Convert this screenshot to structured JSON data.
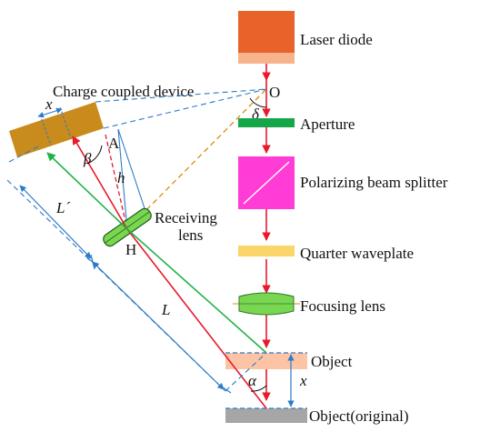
{
  "labels": {
    "laser_diode": "Laser diode",
    "aperture": "Aperture",
    "polarizing_beam_splitter": "Polarizing beam splitter",
    "quarter_waveplate": "Quarter waveplate",
    "focusing_lens": "Focusing lens",
    "object": "Object",
    "object_original": "Object(original)",
    "ccd": "Charge coupled device",
    "receiving_lens_1": "Receiving",
    "receiving_lens_2": "lens",
    "point_o": "O",
    "point_a": "A",
    "point_h": "H",
    "sym_delta": "δ",
    "sym_beta": "β",
    "sym_h": "h",
    "sym_alpha": "α",
    "sym_x": "x",
    "sym_x_ccd": "x",
    "sym_L": "L",
    "sym_L_prime": "L´"
  },
  "colors": {
    "laser_diode": "#e8622a",
    "laser_diode_base": "#f7b48c",
    "beam_red": "#e8192c",
    "aperture": "#15a64a",
    "pbs": "#ff3cd6",
    "quarter_waveplate": "#f9d56a",
    "focusing_lens": "#7ad651",
    "object": "#fcc3a4",
    "object_original": "#a6a6a6",
    "ccd": "#c98b1c",
    "green_ray": "#1fb347",
    "dim_blue": "#2c7bc9",
    "orange_dash": "#d88b12"
  }
}
